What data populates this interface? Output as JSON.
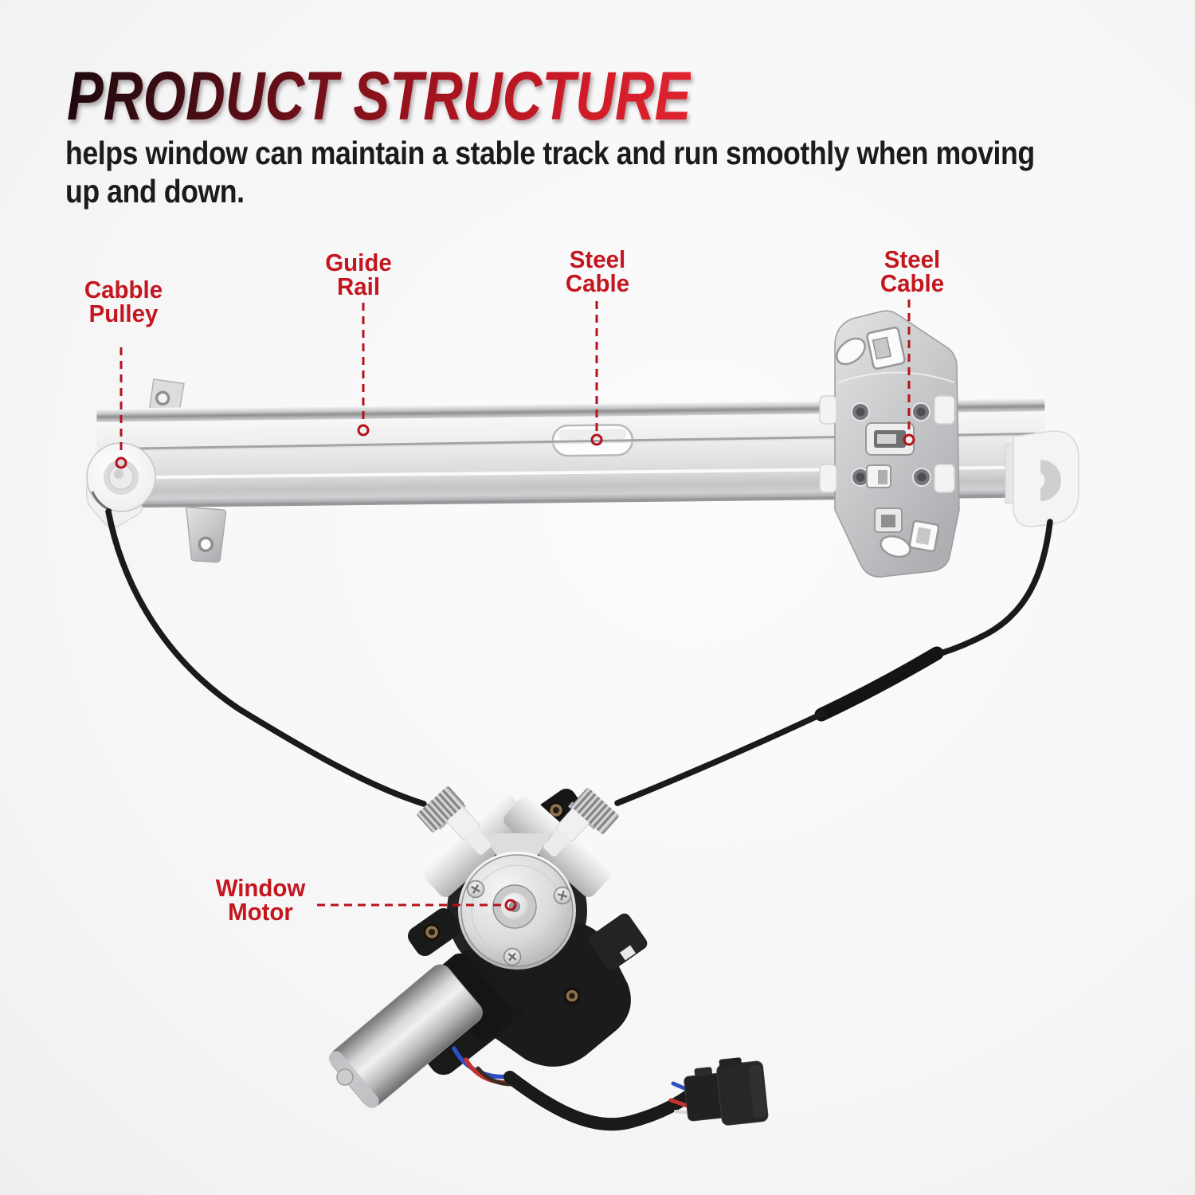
{
  "header": {
    "title": "PRODUCT STRUCTURE",
    "subtitle": "helps window can maintain a stable track and run smoothly when moving up and down."
  },
  "callouts": [
    {
      "id": "cable-pulley",
      "text": "Cabble Pulley",
      "points_to": "white pulley at left end of guide rail"
    },
    {
      "id": "guide-rail",
      "text": "Guide Rail",
      "points_to": "horizontal metal rail"
    },
    {
      "id": "steel-cable-left",
      "text": "Steel Cable",
      "points_to": "cable in oval slot of rail"
    },
    {
      "id": "steel-cable-right",
      "text": "Steel Cable",
      "points_to": "cable in window bracket slot"
    },
    {
      "id": "window-motor",
      "text": "Window Motor",
      "points_to": "motor drum hub at bottom center"
    }
  ],
  "colors": {
    "label_red": "#c3161f",
    "leader_red": "#b5121c",
    "title_gradient_start": "#1d090e",
    "title_gradient_end": "#e02430",
    "subtitle_black": "#1b1b1b",
    "background_edge": "#e6e6e8",
    "metal_silver": "#d7d8d9",
    "cable_black": "#1a1a1b"
  }
}
